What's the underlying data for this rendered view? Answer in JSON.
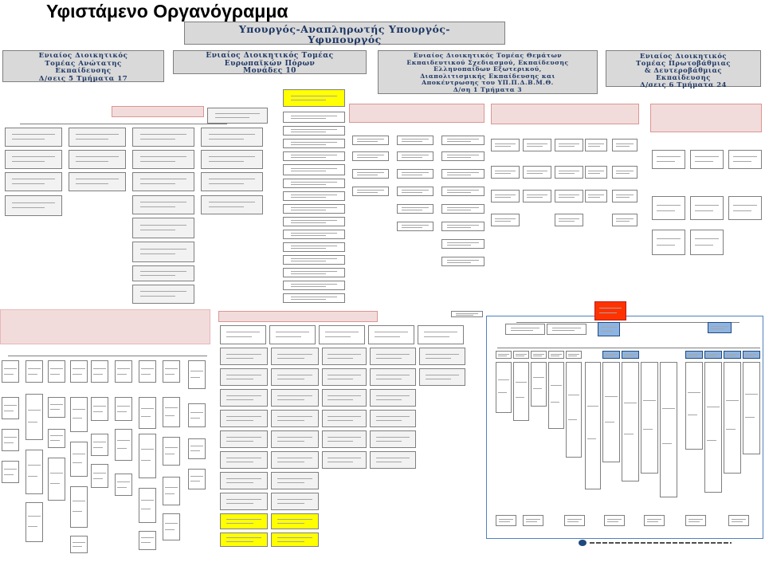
{
  "page": {
    "title": "Υφιστάμενο Οργανόγραμμα"
  },
  "top_banner": {
    "line1": "Υπουργός-Αναπληρωτής Υπουργός-",
    "line2": "Υφυπουργός"
  },
  "units": [
    {
      "lines": [
        "Ενιαίος Διοικητικός",
        "Τομέας Ανώτατης",
        "Εκπαίδευσης",
        "Δ/σεις 5 Τμήματα 17"
      ]
    },
    {
      "lines": [
        "Ενιαίος Διοικητικός Τομέας",
        "Ευρωπαϊκών Πόρων",
        "Μονάδες 10"
      ]
    },
    {
      "lines": [
        "Ενιαίος Διοικητικός Τομέας Θεμάτων",
        "Εκπαιδευτικού Σχεδιασμού, Εκπαίδευσης",
        "Ελληνοπαίδων Εξωτερικού,",
        "Διαπολιτισμικής Εκπαίδευσης και",
        "Αποκέντρωσης του ΥΠ.Π.Δ.Β.Μ.Θ.",
        "Δ/ση 1 Τμήματα 3"
      ]
    },
    {
      "lines": [
        "Ενιαίος Διοικητικός",
        "Τομέας Πρωτοβάθμιας",
        "& Δευτεροβάθμιας",
        "Εκπαίδευσης",
        "Δ/σεις 6 Τμήματα 24"
      ]
    }
  ],
  "colors": {
    "banner_bg": "#d9d9d9",
    "banner_text": "#1f3864",
    "box_border": "#7f7f7f",
    "header_pink": "#f2dcdb",
    "highlight_yellow": "#ffff00",
    "org_blue": "#8db4e2",
    "org_red": "#ff3300"
  }
}
